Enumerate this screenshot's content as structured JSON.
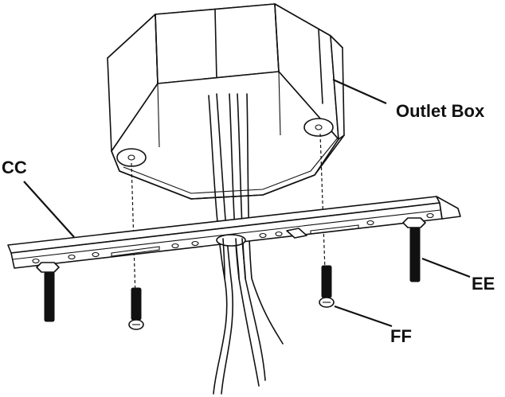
{
  "labels": {
    "outlet_box": "Outlet Box",
    "cc": "CC",
    "ee": "EE",
    "ff": "FF"
  },
  "colors": {
    "line": "#111111",
    "background": "#ffffff"
  }
}
